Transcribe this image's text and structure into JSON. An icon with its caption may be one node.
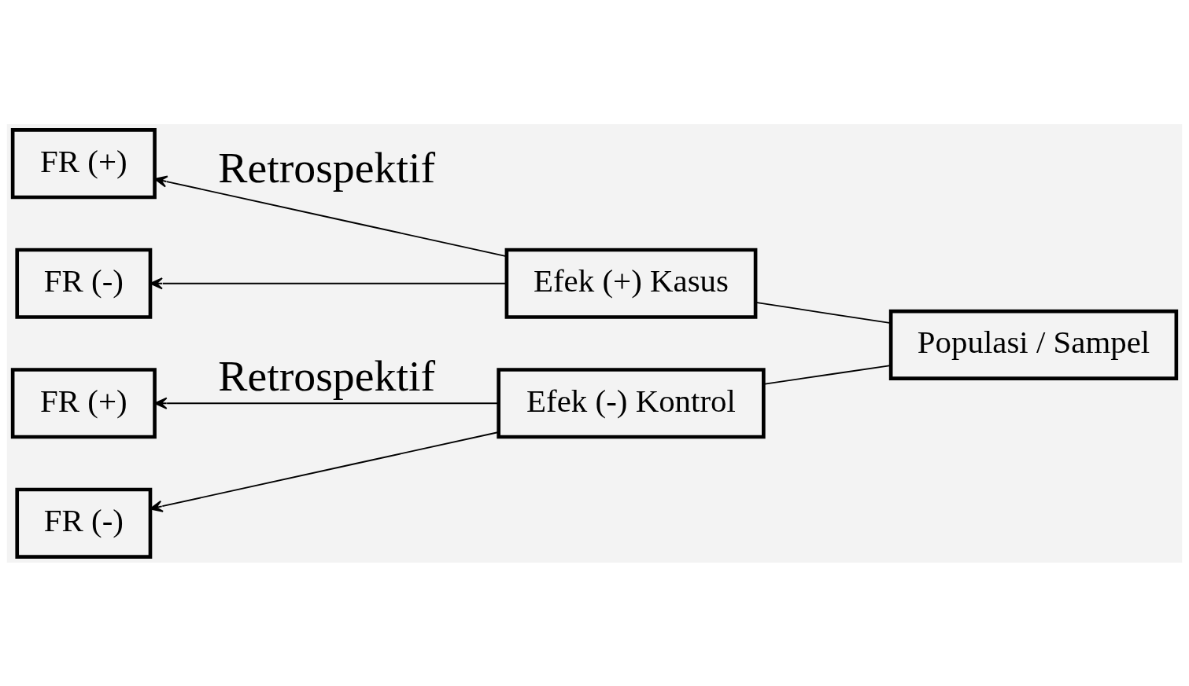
{
  "diagram": {
    "nodes": [
      {
        "text": [
          "Populasi / Sampel"
        ]
      },
      {
        "text": [
          "Efek (+) Kasus"
        ]
      },
      {
        "text": [
          "Efek (-) Kontrol"
        ]
      },
      {
        "text": [
          "FR (+)"
        ]
      },
      {
        "text": [
          "FR (-)"
        ]
      },
      {
        "text": [
          "FR (+)"
        ]
      },
      {
        "text": [
          "FR (-)"
        ]
      }
    ],
    "edges": [
      {
        "from": 0,
        "to": 1,
        "arrow": "none"
      },
      {
        "from": 0,
        "to": 2,
        "arrow": "none"
      },
      {
        "from": 1,
        "to": 3,
        "arrow": "to",
        "label": "Retrospektif"
      },
      {
        "from": 1,
        "to": 4,
        "arrow": "to"
      },
      {
        "from": 2,
        "to": 5,
        "arrow": "to",
        "label": "Retrospektif"
      },
      {
        "from": 2,
        "to": 6,
        "arrow": "to"
      }
    ]
  }
}
